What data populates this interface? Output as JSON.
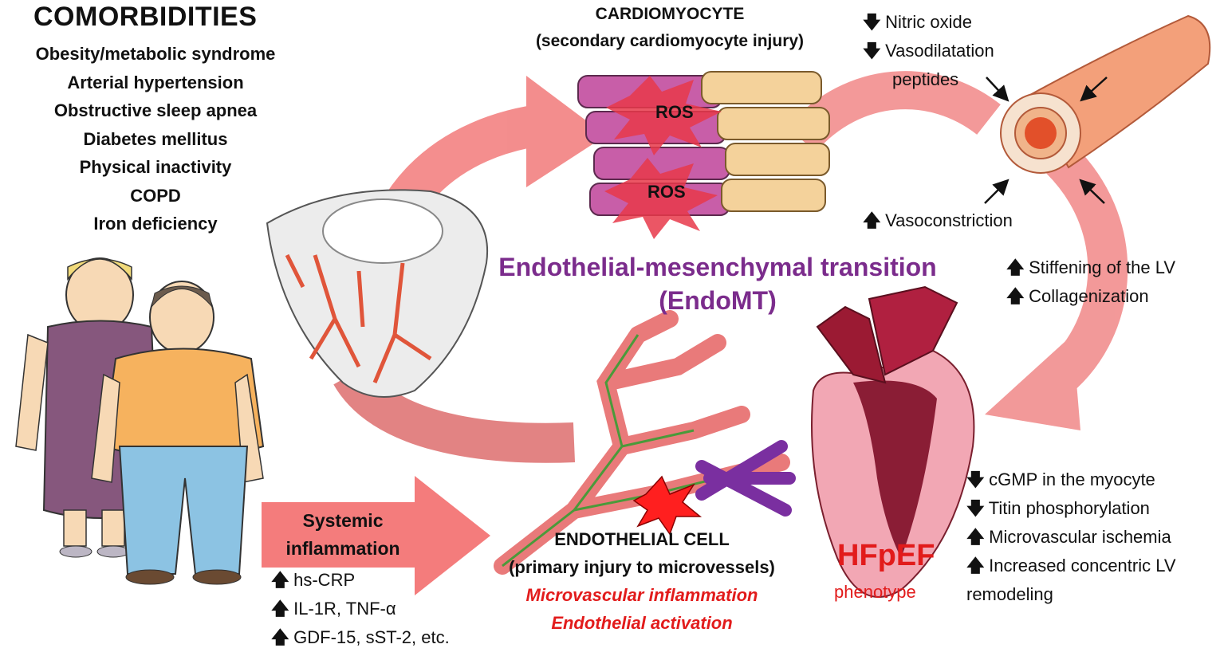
{
  "comorbidities": {
    "title": "COMORBIDITIES",
    "items": [
      "Obesity/metabolic syndrome",
      "Arterial hypertension",
      "Obstructive sleep apnea",
      "Diabetes mellitus",
      "Physical inactivity",
      "COPD",
      "Iron deficiency"
    ]
  },
  "cardiomyocyte": {
    "title": "CARDIOMYOCYTE",
    "subtitle": "(secondary cardiomyocyte injury)",
    "ros_top": "ROS",
    "ros_bottom": "ROS"
  },
  "vessel": {
    "notes": [
      {
        "arrow": "down",
        "text": "Nitric oxide"
      },
      {
        "arrow": "down",
        "text": "Vasodilatation"
      },
      {
        "arrow": "none",
        "text": "peptides"
      }
    ],
    "vasoconstriction": {
      "arrow": "up",
      "text": "Vasoconstriction"
    }
  },
  "lv": {
    "notes": [
      {
        "arrow": "up",
        "text": "Stiffening of the LV"
      },
      {
        "arrow": "up",
        "text": "Collagenization"
      }
    ]
  },
  "endomt": {
    "line1": "Endothelial-mesenchymal transition",
    "line2": "(EndoMT)"
  },
  "inflammation": {
    "label1": "Systemic",
    "label2": "inflammation",
    "markers": [
      {
        "arrow": "up",
        "text": "hs-CRP"
      },
      {
        "arrow": "up",
        "text": "IL-1R, TNF-α"
      },
      {
        "arrow": "up",
        "text": "GDF-15, sST-2, etc."
      }
    ]
  },
  "endothelial": {
    "title": "ENDOTHELIAL CELL",
    "subtitle": "(primary injury to microvessels)",
    "effect1": "Microvascular inflammation",
    "effect2": "Endothelial activation"
  },
  "hfpef": {
    "label": "HFpEF",
    "sub": "phenotype",
    "notes": [
      {
        "arrow": "down",
        "text": "cGMP in the myocyte"
      },
      {
        "arrow": "down",
        "text": "Titin phosphorylation"
      },
      {
        "arrow": "up",
        "text": "Microvascular ischemia"
      },
      {
        "arrow": "up",
        "text": "Increased concentric LV"
      },
      {
        "arrow": "none",
        "text": "remodeling"
      }
    ]
  },
  "arrow_glyphs": {
    "up": "🡅",
    "down": "🡇",
    "none": ""
  },
  "colors": {
    "flow_arrow": "#f26b6b",
    "endomt_text": "#7b2c8c",
    "highlight_red": "#e21b1b"
  }
}
